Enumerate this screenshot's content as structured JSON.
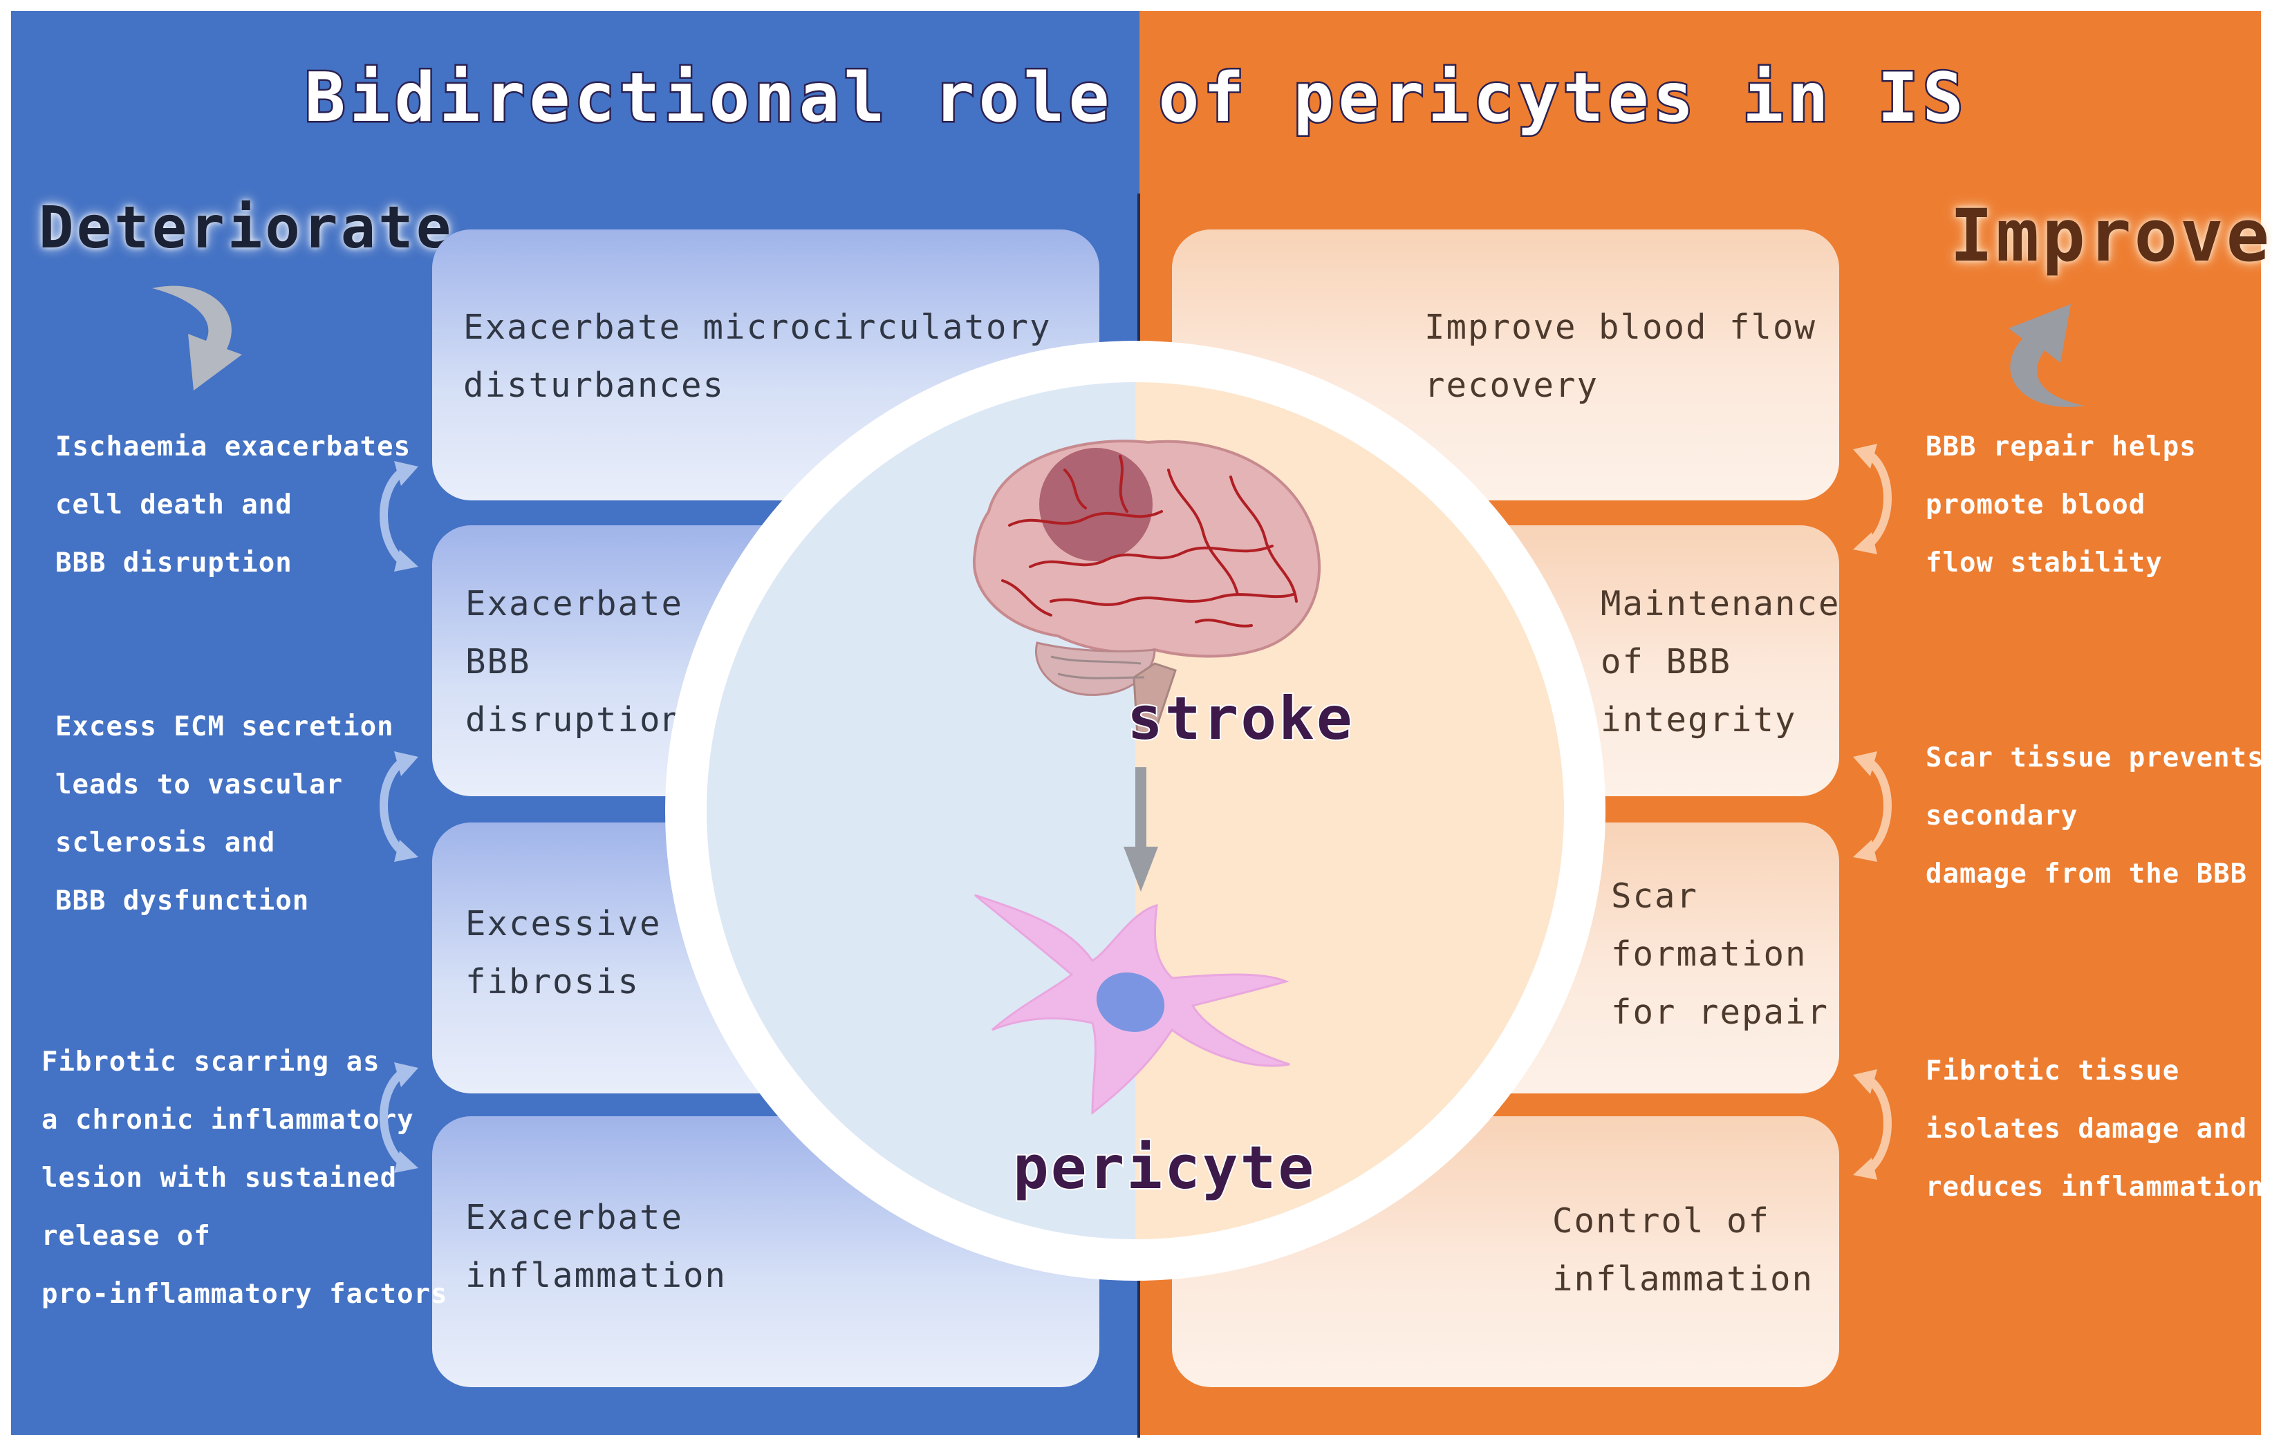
{
  "title": "Bidirectional role of pericytes in IS",
  "left": {
    "heading": "Deteriorate",
    "boxes": [
      "Exacerbate microcirculatory\ndisturbances",
      "Exacerbate\nBBB\ndisruption",
      "Excessive\nfibrosis",
      "Exacerbate\ninflammation"
    ],
    "notes": [
      "Ischaemia exacerbates\ncell death and\nBBB disruption",
      "Excess ECM secretion\nleads to vascular\nsclerosis and\nBBB dysfunction",
      "Fibrotic scarring as\na chronic inflammatory\nlesion with sustained\nrelease of\npro-inflammatory factors"
    ]
  },
  "right": {
    "heading": "Improve",
    "boxes": [
      "Improve blood flow\nrecovery",
      "Maintenance\nof BBB\nintegrity",
      "Scar\nformation\nfor repair",
      "Control of\ninflammation"
    ],
    "notes": [
      "BBB repair helps\npromote blood\nflow stability",
      "Scar tissue prevents\nsecondary\ndamage from the BBB",
      "Fibrotic tissue\nisolates damage and\nreduces inflammation"
    ]
  },
  "center": {
    "stroke_label": "stroke",
    "pericyte_label": "pericyte"
  },
  "colors": {
    "left_panel": "#4472c4",
    "right_panel": "#ed7d31",
    "blue_box": "#a0b4ea",
    "orange_box": "#f8d3b7"
  },
  "icons": [
    "curved-arrow-down-icon",
    "curved-arrow-up-icon",
    "bidirectional-arrow-icon",
    "brain-icon",
    "down-arrow-icon",
    "pericyte-cell-icon"
  ]
}
